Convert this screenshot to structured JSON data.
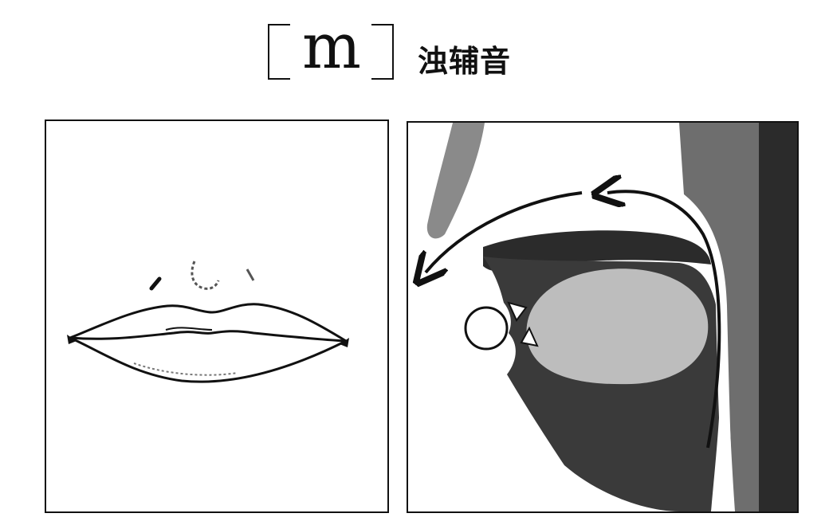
{
  "title": {
    "phoneme": "m",
    "category": "浊辅音"
  },
  "panels": [
    {
      "name": "lips-illustration",
      "icon": "lips-icon"
    },
    {
      "name": "vocal-tract-diagram",
      "icon": "mouth-cross-section-icon"
    }
  ],
  "colors": {
    "ink": "#111111",
    "tract_dark": "#2b2b2b",
    "tract_mid": "#6e6e6e",
    "tract_light": "#bdbdbd",
    "background": "#ffffff"
  }
}
